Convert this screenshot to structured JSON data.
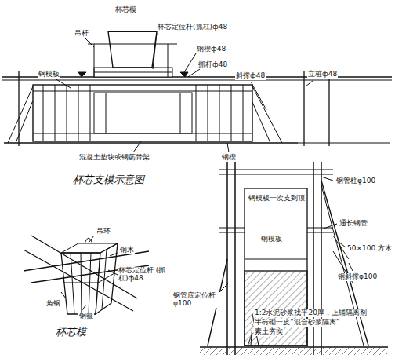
{
  "diagram": {
    "labels": [
      "杯芯模",
      "吊杆",
      "杯芯定位杆(抓杠)ф48",
      "钢楔ф48",
      "钢模板",
      "抓杆ф48",
      "斜撑ф48",
      "立桩ф48",
      "混凝土垫块或钢筋骨架",
      "钢楔",
      "杯芯支模示意图",
      "吊环",
      "钢木",
      "杯芯定位杆 (抓杠)ф48",
      "角钢",
      "钢箍",
      "杯芯模",
      "钢模板一次支到顶",
      "钢模板",
      "钢管柱φ100",
      "通长钢管",
      "50×100 方木",
      "钢斜撑φ100",
      "钢管底定位杆φ100",
      "1:2水泥砂浆找平20厚，上铺隔离剂",
      "半砖砌一皮“混合砂浆隔离”",
      "素土夯实"
    ]
  }
}
